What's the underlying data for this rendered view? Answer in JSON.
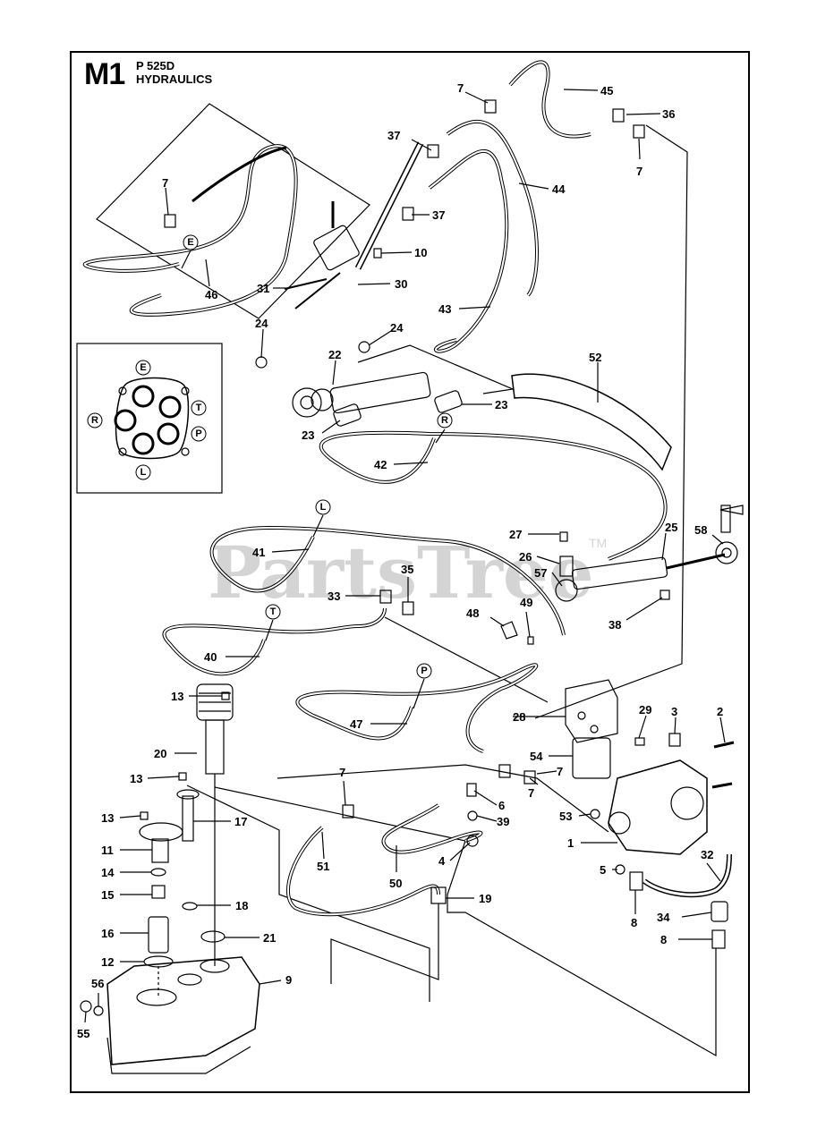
{
  "header": {
    "code": "M1",
    "model": "P 525D",
    "section": "HYDRAULICS"
  },
  "watermark": {
    "text": "PartsTree",
    "tm": "TM"
  },
  "ports": [
    "E",
    "T",
    "P",
    "L",
    "R"
  ],
  "callouts": [
    "1",
    "2",
    "3",
    "4",
    "5",
    "6",
    "7",
    "8",
    "9",
    "10",
    "11",
    "12",
    "13",
    "14",
    "15",
    "16",
    "17",
    "18",
    "19",
    "20",
    "21",
    "22",
    "23",
    "24",
    "25",
    "26",
    "27",
    "28",
    "29",
    "30",
    "31",
    "32",
    "33",
    "34",
    "35",
    "36",
    "37",
    "38",
    "39",
    "40",
    "41",
    "42",
    "43",
    "44",
    "45",
    "46",
    "47",
    "48",
    "49",
    "50",
    "51",
    "52",
    "53",
    "54",
    "55",
    "56",
    "57",
    "58"
  ],
  "colors": {
    "line": "#000000",
    "watermark": "#d4d4d4",
    "hose_fill": "#ffffff"
  }
}
